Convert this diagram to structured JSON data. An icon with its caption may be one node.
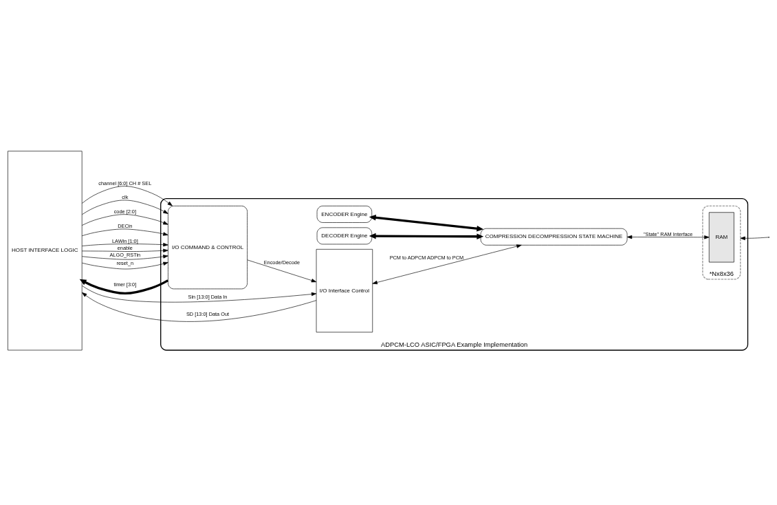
{
  "diagram": {
    "nodes": [
      {
        "text": [
          "HOST INTERFACE LOGIC"
        ]
      },
      {
        "text": [
          "ADPCM-LCO ASIC/FPGA Example Implementation"
        ]
      },
      {
        "text": [
          "I/O Interface Control"
        ],
        "in": 1
      },
      {
        "text": [
          "ENCODER Engine"
        ],
        "in": 1
      },
      {
        "text": [
          "COMPRESSION DECOMPRESSION STATE MACHINE"
        ],
        "in": 1
      },
      {
        "text": [
          "DECODER Engine"
        ],
        "in": 1
      },
      {
        "text": [
          "I/O COMMAND & CONTROL"
        ],
        "in": 1
      },
      {
        "text": [
          "*Nx8x36"
        ],
        "in": 1
      },
      {
        "text": [
          "RAM"
        ],
        "in": 7
      }
    ],
    "edges": [
      {
        "from": 2,
        "to": 0,
        "arrow": "to",
        "label": "SD [13:0] Data Out"
      },
      {
        "from": 0,
        "to": 2,
        "arrow": "to",
        "label": "Sin [13:0] Data In"
      },
      {
        "from": 0,
        "to": 6,
        "arrow": "to",
        "label": "channel [6:0] CH # SEL"
      },
      {
        "from": 0,
        "to": 6,
        "arrow": "to",
        "label": "clk"
      },
      {
        "from": 0,
        "to": 6,
        "arrow": "to",
        "label": "code [2:0]"
      },
      {
        "from": 0,
        "to": 6,
        "arrow": "to",
        "label": "DECin"
      },
      {
        "from": 0,
        "to": 6,
        "arrow": "to",
        "label": "LAWin [1:0]"
      },
      {
        "from": 0,
        "to": 6,
        "arrow": "to",
        "label": "enable"
      },
      {
        "from": 6,
        "to": 0,
        "arrow": "to",
        "label": "timer [3:0]",
        "style": "thick"
      },
      {
        "from": 0,
        "to": 6,
        "arrow": "to",
        "label": "ALGO_RSTin"
      },
      {
        "from": 0,
        "to": 6,
        "arrow": "to",
        "label": "reset_n"
      },
      {
        "from": 6,
        "to": 2,
        "arrow": "to",
        "label": "Encode/Decode"
      },
      {
        "from": 2,
        "to": 4,
        "arrow": "both",
        "label": "PCM to ADPCM ADPCM to PCM"
      },
      {
        "from": 3,
        "to": 4,
        "arrow": "both",
        "style": "thick"
      },
      {
        "from": 5,
        "to": 4,
        "arrow": "both",
        "style": "thick"
      },
      {
        "from": 4,
        "to": 8,
        "arrow": "both",
        "label": "\"State\" RAM Interface"
      },
      {
        "from": null,
        "to": 7,
        "arrow": "to"
      }
    ]
  }
}
